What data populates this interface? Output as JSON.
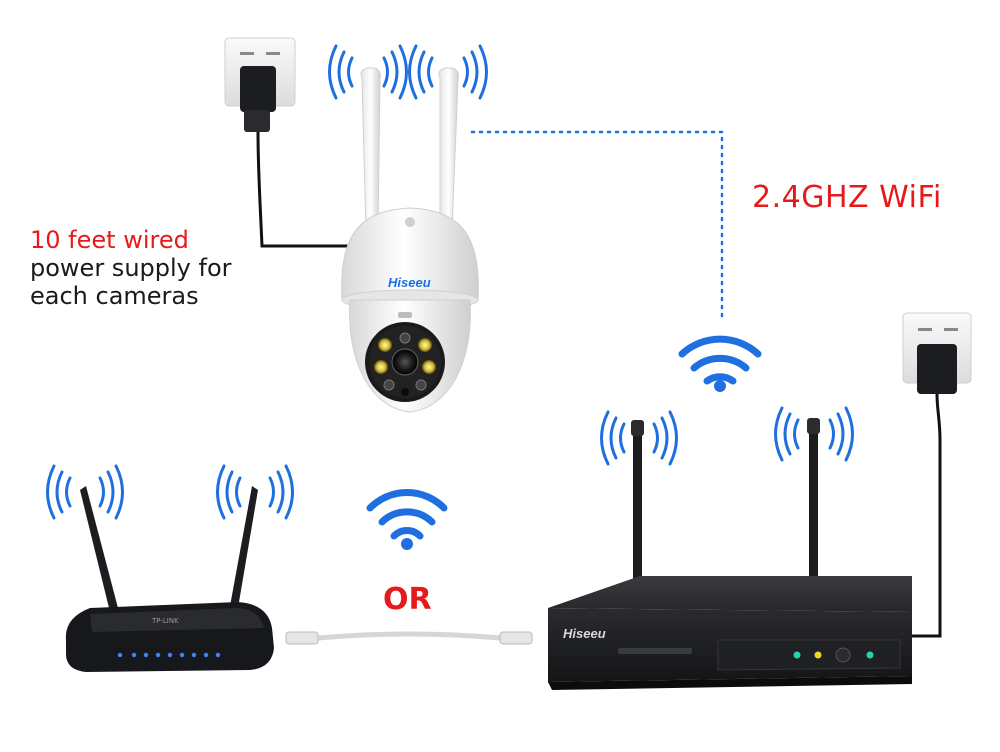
{
  "labels": {
    "cable_length": "10 feet wired",
    "cable_line2": "power supply for",
    "cable_line3": "each cameras",
    "wifi": "2.4GHZ WiFi",
    "or": "OR"
  },
  "devices": {
    "camera_brand": "Hiseeu",
    "nvr_brand": "Hiseeu",
    "router_brand": "TP-LINK"
  },
  "colors": {
    "accent_red": "#e8191b",
    "wifi_blue": "#1f6fe0",
    "device_black": "#1c1d20"
  },
  "icons": {
    "wifi_symbol": "wifi-icon",
    "signal_waves": "signal-waves-icon",
    "wall_socket": "power-outlet-icon"
  }
}
